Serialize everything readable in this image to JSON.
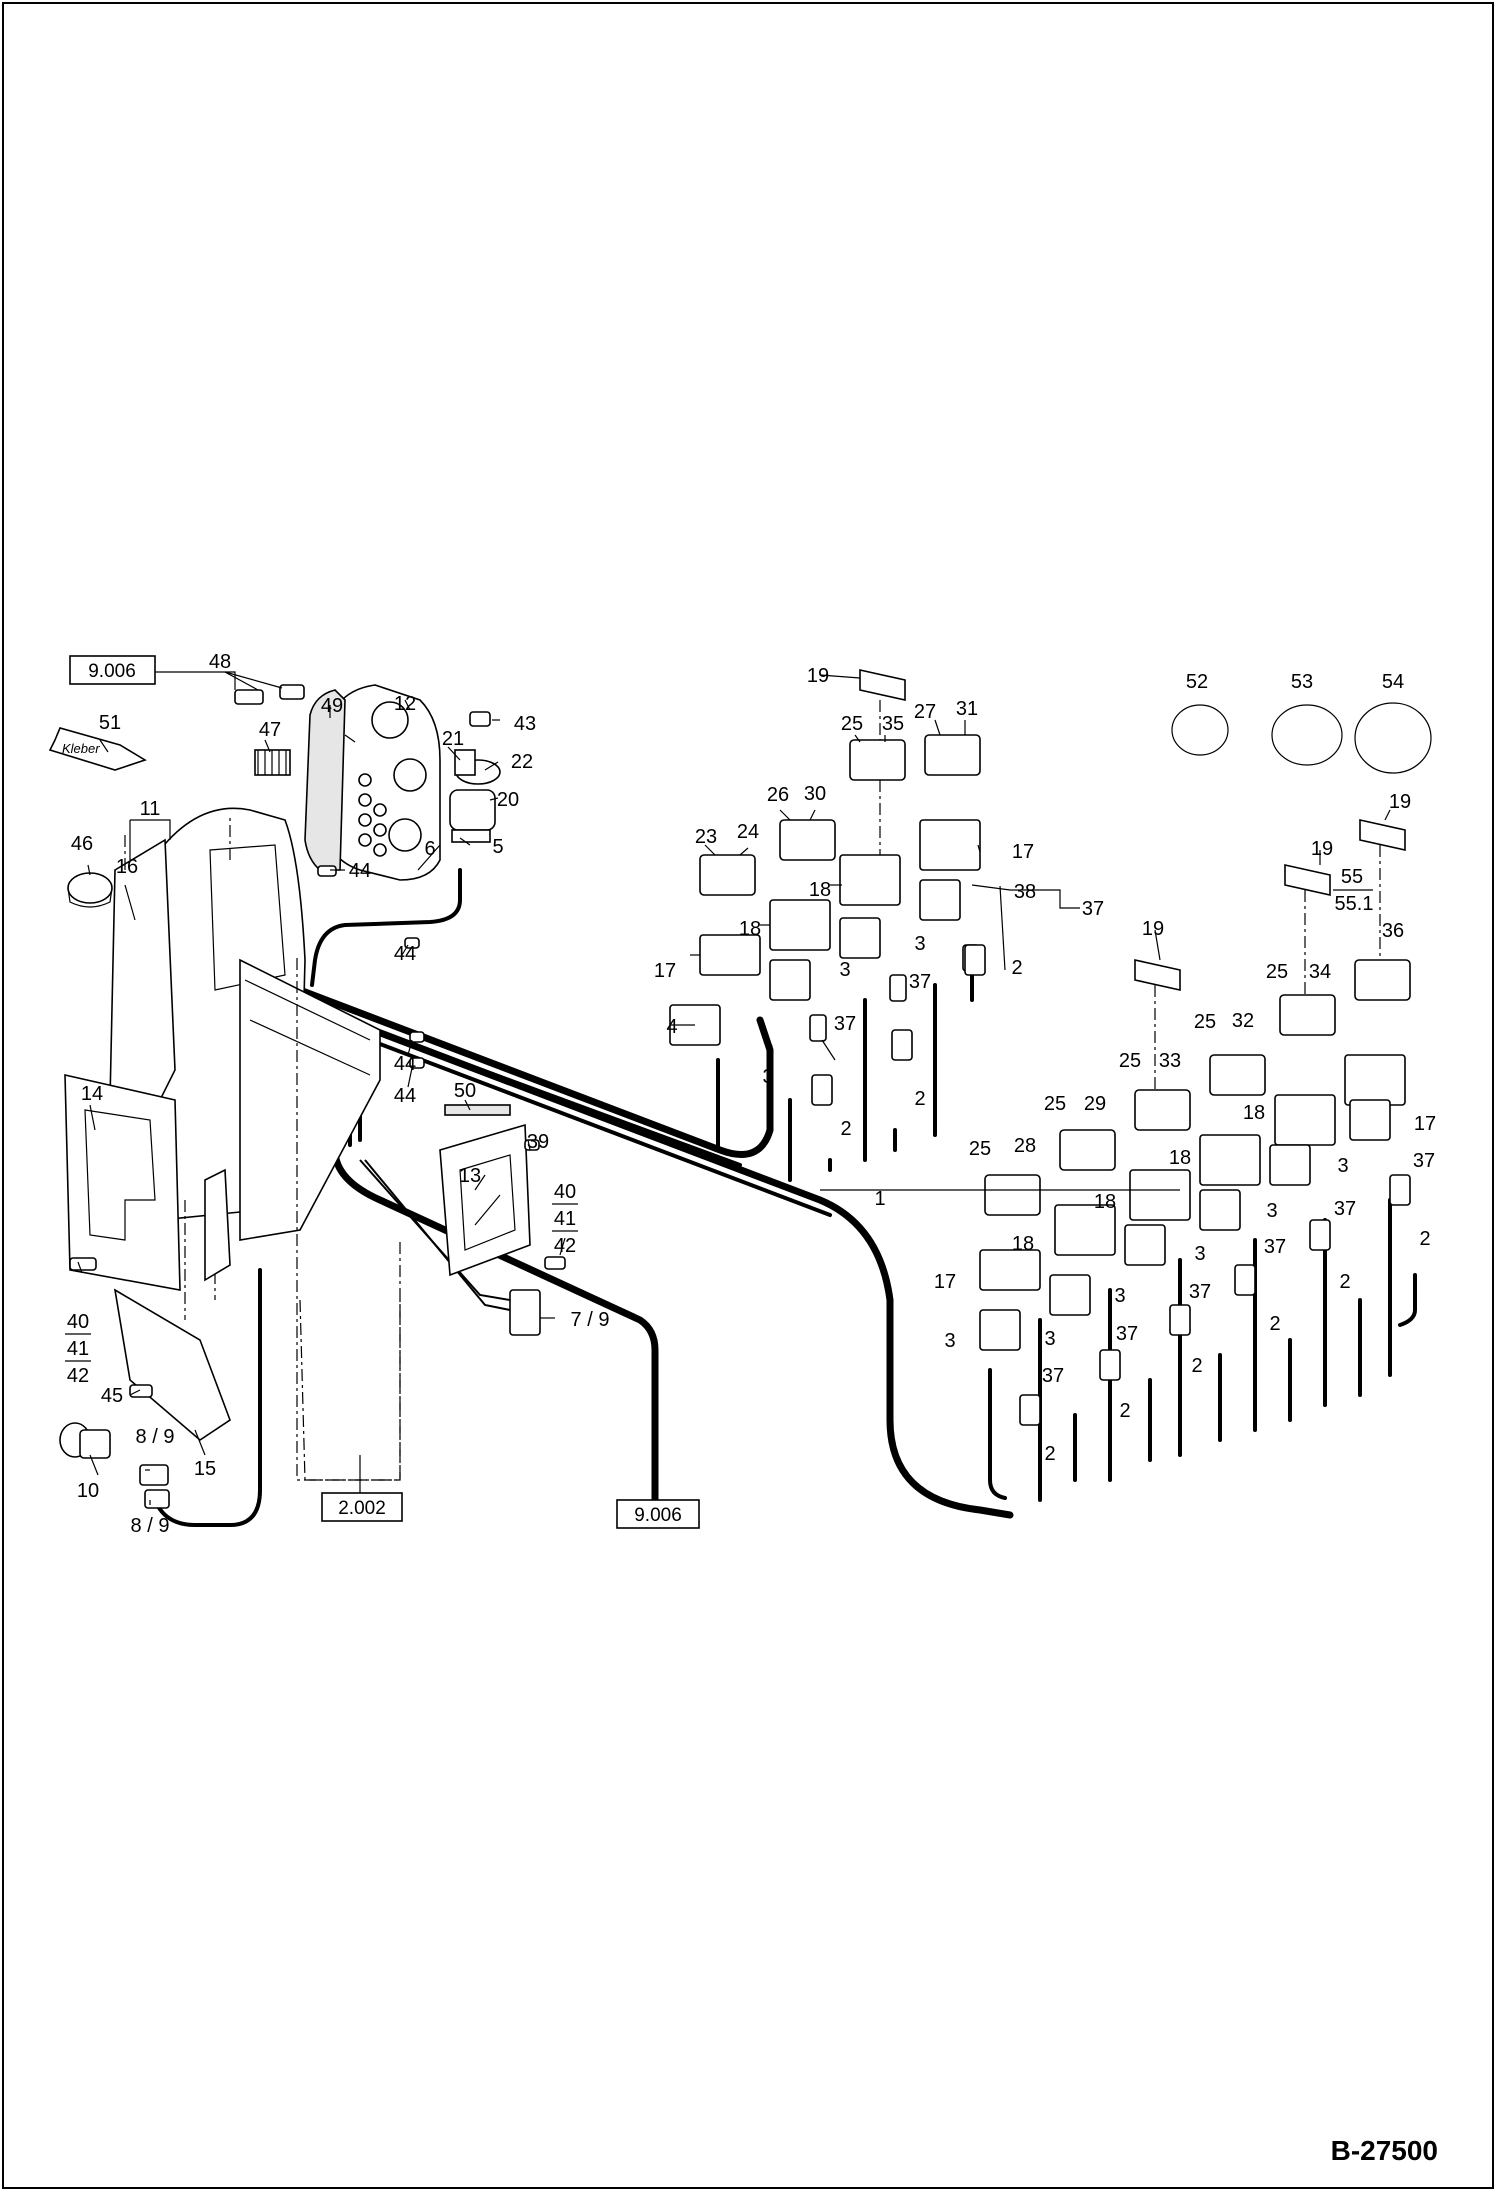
{
  "document_id": "B-27500",
  "reference_boxes": [
    "9.006",
    "2.002",
    "9.006"
  ],
  "labels": {
    "p1": "1",
    "p2": "2",
    "p3": "3",
    "p4": "4",
    "p5": "5",
    "p6": "6",
    "p7_9": "7 / 9",
    "p8_9": "8 / 9",
    "p10": "10",
    "p11": "11",
    "p12": "12",
    "p13": "13",
    "p14": "14",
    "p15": "15",
    "p16": "16",
    "p17": "17",
    "p18": "18",
    "p19": "19",
    "p20": "20",
    "p21": "21",
    "p22": "22",
    "p23": "23",
    "p24": "24",
    "p25": "25",
    "p26": "26",
    "p27": "27",
    "p28": "28",
    "p29": "29",
    "p30": "30",
    "p31": "31",
    "p32": "32",
    "p33": "33",
    "p34": "34",
    "p35": "35",
    "p36": "36",
    "p37": "37",
    "p38": "38",
    "p39": "39",
    "p40": "40",
    "p41": "41",
    "p42": "42",
    "p43": "43",
    "p44": "44",
    "p45": "45",
    "p46": "46",
    "p47": "47",
    "p48": "48",
    "p49": "49",
    "p50": "50",
    "p51": "51",
    "p52": "52",
    "p53": "53",
    "p54": "54",
    "p55": "55",
    "p55_1": "55.1"
  },
  "tube_text": "Kleber"
}
